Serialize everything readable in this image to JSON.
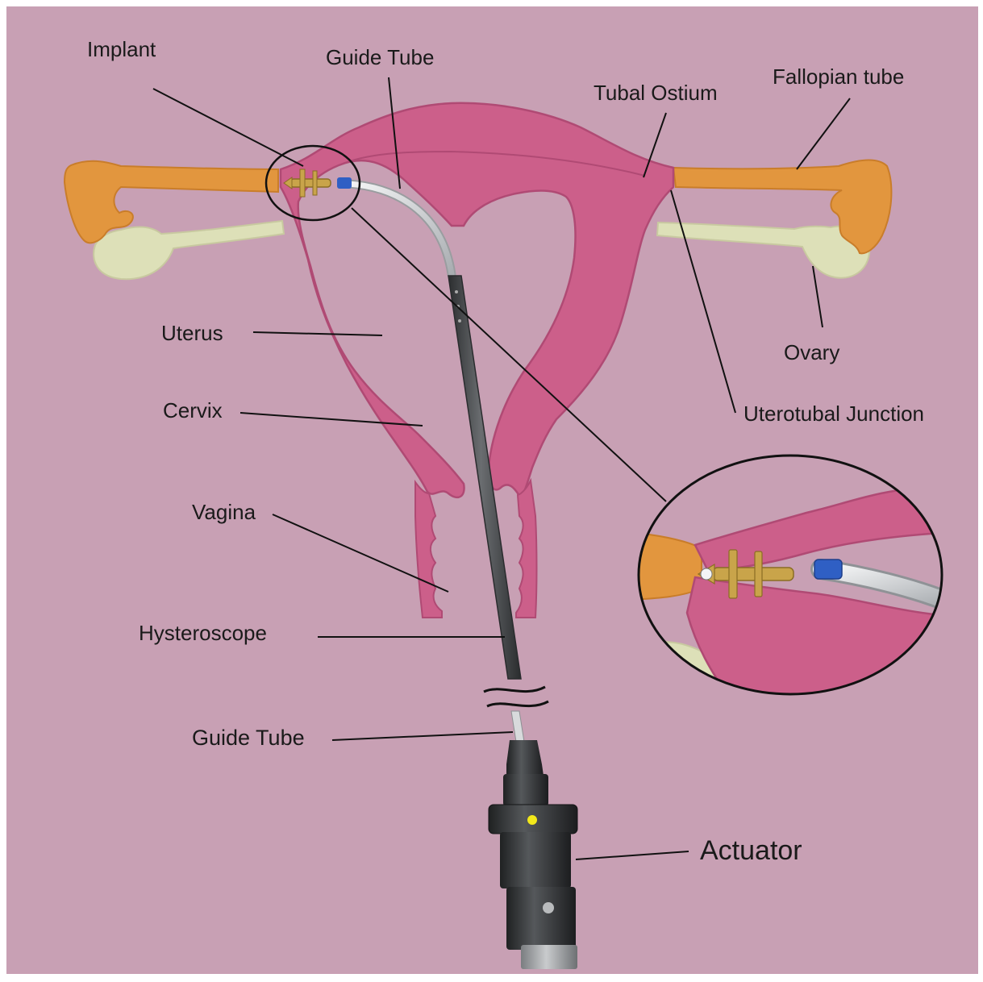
{
  "labels": {
    "implant": "Implant",
    "guide_tube_top": "Guide Tube",
    "tubal_ostium": "Tubal Ostium",
    "fallopian_tube": "Fallopian tube",
    "uterus": "Uterus",
    "ovary": "Ovary",
    "cervix": "Cervix",
    "uterotubal_junction": "Uterotubal Junction",
    "vagina": "Vagina",
    "hysteroscope": "Hysteroscope",
    "guide_tube_bottom": "Guide Tube",
    "actuator": "Actuator"
  },
  "colors": {
    "background": "#c8a0b4",
    "tissue": "#cc5f8a",
    "tissue_edge": "#b04a74",
    "fallopian": "#e2963e",
    "ovary": "#dde0b8",
    "scope": "#4a4d4f",
    "guide_wire": "#d8dadc",
    "implant": "#c9a44a",
    "marker_blue": "#2f5fc4",
    "indicator": "#f2e81a"
  }
}
